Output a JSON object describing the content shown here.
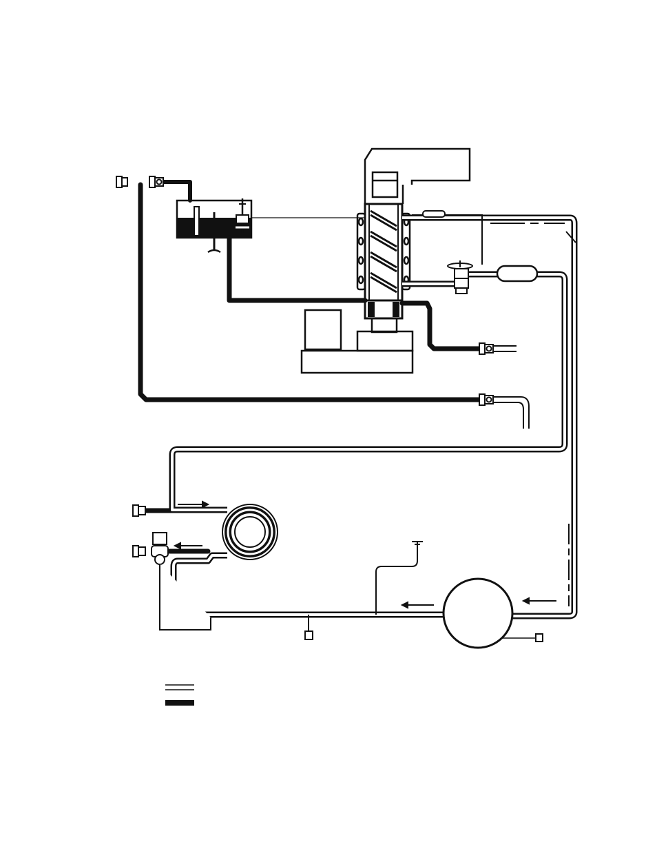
{
  "diagram": {
    "type": "refrigeration-water-flow-schematic",
    "colors": {
      "ink": "#111111",
      "paper": "#ffffff"
    },
    "components": [
      {
        "id": "water-inlet-fitting",
        "icon": "fitting-icon"
      },
      {
        "id": "water-reservoir",
        "icon": "float-tank-icon"
      },
      {
        "id": "evaporator-auger",
        "icon": "auger-icon"
      },
      {
        "id": "ice-chute",
        "icon": "chute-icon"
      },
      {
        "id": "gear-motor",
        "icon": "motor-icon"
      },
      {
        "id": "expansion-valve",
        "icon": "valve-icon"
      },
      {
        "id": "accumulator",
        "icon": "capsule-icon"
      },
      {
        "id": "condenser-coil",
        "icon": "coil-icon"
      },
      {
        "id": "water-regulating-valve",
        "icon": "valve-icon"
      },
      {
        "id": "compressor",
        "icon": "compressor-icon"
      },
      {
        "id": "drier",
        "icon": "box-icon"
      },
      {
        "id": "service-port",
        "icon": "port-icon"
      }
    ],
    "legend": [
      {
        "swatch": "refrigerant-line",
        "icon": "double-line-icon"
      },
      {
        "swatch": "water-line",
        "icon": "solid-bar-icon"
      }
    ]
  }
}
